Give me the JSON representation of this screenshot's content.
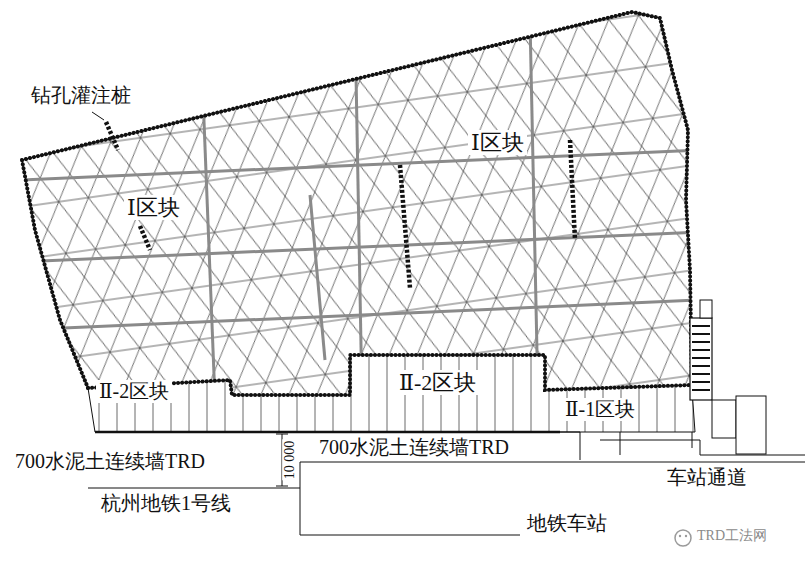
{
  "diagram": {
    "labels": [
      "钻孔灌注桩",
      "Ⅰ区块",
      "Ⅰ区块",
      "Ⅱ-2区块",
      "Ⅱ-2区块",
      "Ⅱ-1区块",
      "700水泥土连续墙TRD",
      "10 000",
      "700水泥土连续墙TRD",
      "杭州地铁1号线",
      "地铁车站",
      "车站通道",
      "TRD工法网"
    ]
  }
}
